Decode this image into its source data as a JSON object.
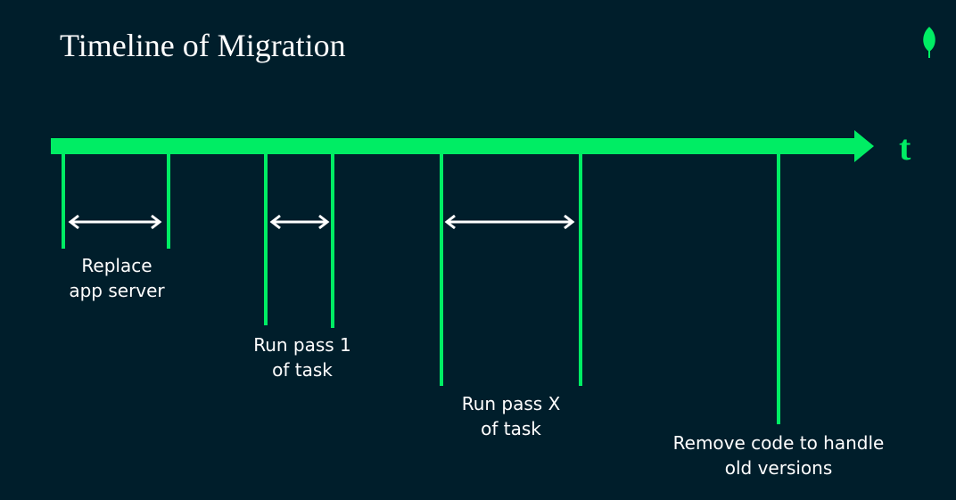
{
  "title": "Timeline of Migration",
  "axis_label": "t",
  "colors": {
    "background": "#001e2b",
    "accent": "#00ed64",
    "text": "#ffffff"
  },
  "logo_icon": "leaf-icon",
  "events": [
    {
      "line1": "Replace",
      "line2": "app server"
    },
    {
      "line1": "Run pass 1",
      "line2": "of task"
    },
    {
      "line1": "Run pass X",
      "line2": "of task"
    },
    {
      "line1": "Remove code to handle",
      "line2": "old versions"
    }
  ]
}
